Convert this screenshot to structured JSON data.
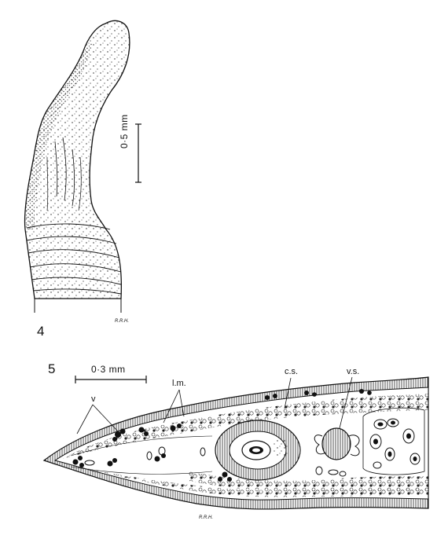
{
  "figure4": {
    "number": "4",
    "scale_label": "0·5 mm",
    "signature": "R.R.H."
  },
  "figure5": {
    "number": "5",
    "scale_label": "0·3 mm",
    "signature": "R.R.H.",
    "labels": {
      "v": "v",
      "lm": "l.m.",
      "cs": "c.s.",
      "vs": "v.s."
    }
  }
}
